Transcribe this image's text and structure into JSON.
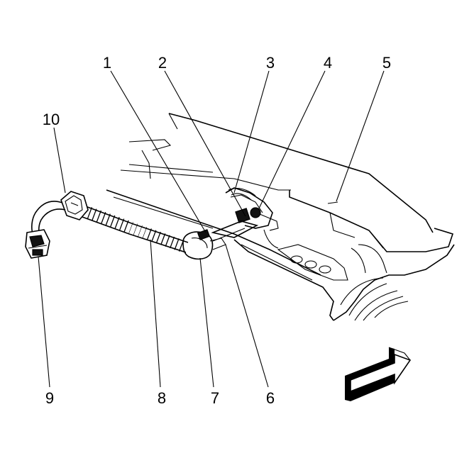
{
  "callouts": [
    {
      "id": "1",
      "text": "1"
    },
    {
      "id": "2",
      "text": "2"
    },
    {
      "id": "3",
      "text": "3"
    },
    {
      "id": "4",
      "text": "4"
    },
    {
      "id": "5",
      "text": "5"
    },
    {
      "id": "6",
      "text": "6"
    },
    {
      "id": "7",
      "text": "7"
    },
    {
      "id": "8",
      "text": "8"
    },
    {
      "id": "9",
      "text": "9"
    },
    {
      "id": "10",
      "text": "10"
    }
  ],
  "icons": {
    "direction": "front-arrow-icon"
  }
}
